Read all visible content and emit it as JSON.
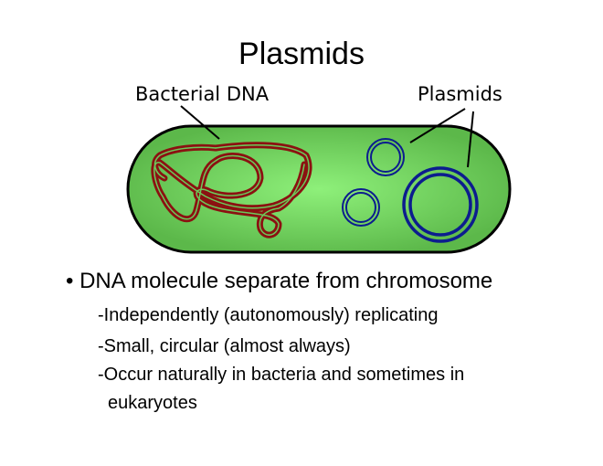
{
  "title": "Plasmids",
  "diagram": {
    "label_bacterial_dna": "Bacterial DNA",
    "label_plasmids": "Plasmids",
    "colors": {
      "cell": "#6cc95a",
      "cell_center": "#8ef07a",
      "dna": "#8b1111",
      "plasmid": "#0c1d8e"
    }
  },
  "bullet": {
    "marker": "•",
    "text": "DNA molecule separate from chromosome",
    "subitems": [
      "-Independently (autonomously) replicating",
      "-Small, circular (almost always)",
      "-Occur naturally in bacteria and sometimes in",
      "eukaryotes"
    ]
  }
}
